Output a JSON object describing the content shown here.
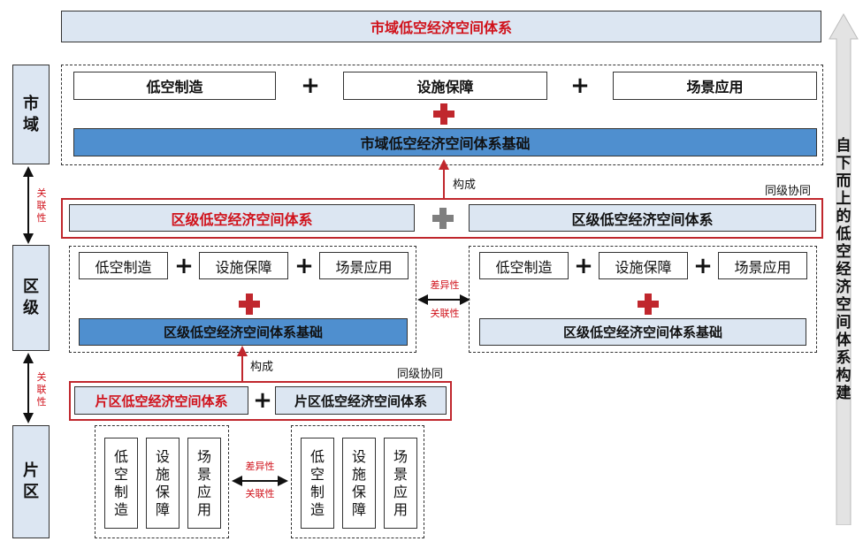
{
  "top_title": "市域低空经济空间体系",
  "side_arrow_text": [
    "自",
    "下",
    "而",
    "上",
    "的",
    "低",
    "空",
    "经",
    "济",
    "空",
    "间",
    "体",
    "系",
    "构",
    "建"
  ],
  "levels": {
    "city": [
      "市",
      "域"
    ],
    "district": [
      "区",
      "级"
    ],
    "zone": [
      "片",
      "区"
    ]
  },
  "relevance_small": [
    "关",
    "联",
    "性"
  ],
  "city_block": {
    "items": [
      "低空制造",
      "设施保障",
      "场景应用"
    ],
    "base": "市域低空经济空间体系基础"
  },
  "plus": "+",
  "compose_label": "构成",
  "same_level_label": "同级协同",
  "district_row": {
    "left": "区级低空经济空间体系",
    "right": "区级低空经济空间体系"
  },
  "district_block": {
    "items": [
      "低空制造",
      "设施保障",
      "场景应用"
    ],
    "base": "区级低空经济空间体系基础"
  },
  "diff_label": "差异性",
  "relevance_label": "关联性",
  "zone_row": {
    "left": "片区低空经济空间体系",
    "right": "片区低空经济空间体系"
  },
  "zone_items": [
    [
      "低",
      "空",
      "制",
      "造"
    ],
    [
      "设",
      "施",
      "保",
      "障"
    ],
    [
      "场",
      "景",
      "应",
      "用"
    ]
  ],
  "colors": {
    "accent_red": "#c0272d",
    "light_blue": "#dce6f2",
    "mid_blue": "#4f8fcf"
  }
}
